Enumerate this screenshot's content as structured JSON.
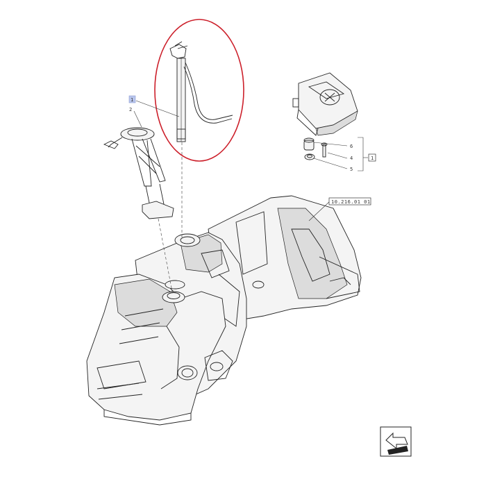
{
  "callouts": {
    "item_1_left": "1",
    "item_2": "2",
    "item_6": "6",
    "item_4": "4",
    "item_5": "5",
    "item_1_right": "1"
  },
  "reference": {
    "label": "10.216.01 01"
  },
  "colors": {
    "highlight_ellipse": "#cc1f2a",
    "selected_box": "#b9c6ee",
    "line": "#222222"
  },
  "icons": {
    "navigation": "arrow-back-icon"
  }
}
